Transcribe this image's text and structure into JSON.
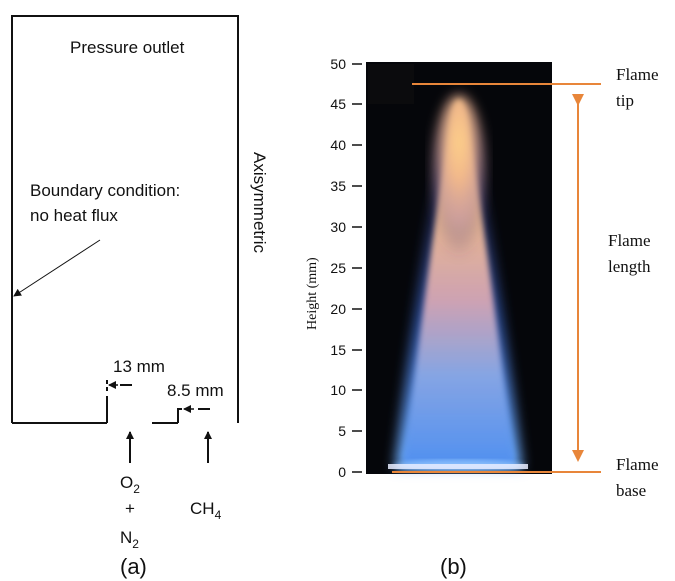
{
  "panel_a": {
    "caption": "(a)",
    "top_label": "Pressure outlet",
    "side_label": "Axisymmetric",
    "boundary_line1": "Boundary condition:",
    "boundary_line2": "no heat flux",
    "dim_outer": "13 mm",
    "dim_inner": "8.5 mm",
    "inlet_oxidizer": {
      "o": "O",
      "o_sub": "2",
      "plus": "+",
      "n": "N",
      "n_sub": "2"
    },
    "inlet_fuel": {
      "main": "CH",
      "sub": "4"
    }
  },
  "panel_b": {
    "caption": "(b)",
    "y_label": "Height (mm)",
    "y_ticks": [
      "0",
      "5",
      "10",
      "15",
      "20",
      "25",
      "30",
      "35",
      "40",
      "45",
      "50"
    ],
    "tip_line1": "Flame",
    "tip_line2": "tip",
    "length_line1": "Flame",
    "length_line2": "length",
    "base_line1": "Flame",
    "base_line2": "base",
    "annotation_color": "#e8863a"
  }
}
